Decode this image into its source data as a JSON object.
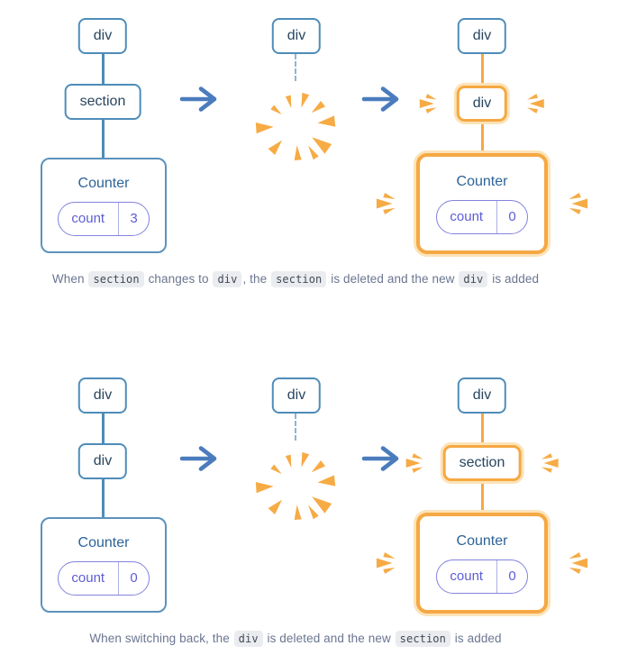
{
  "colors": {
    "tree_blue": "#4E8CB9",
    "node_text": "#27455E",
    "counter_title_blue": "#2D6397",
    "state_purple": "#5D5DD5",
    "highlight_orange": "#F5A843",
    "highlight_glow": "#FCE3B8",
    "arrow_blue": "#4A7CBD",
    "caption_text": "#6A7590",
    "code_bg": "#EBECEF",
    "code_text": "#404A59"
  },
  "figures": [
    {
      "before": {
        "root": "div",
        "mid": "section",
        "counter": {
          "title": "Counter",
          "key": "count",
          "value": "3"
        }
      },
      "poof": {
        "root": "div"
      },
      "after": {
        "root": "div",
        "mid": "div",
        "counter": {
          "title": "Counter",
          "key": "count",
          "value": "0"
        }
      },
      "caption": [
        {
          "t": "text",
          "v": "When "
        },
        {
          "t": "code",
          "v": "section"
        },
        {
          "t": "text",
          "v": " changes to "
        },
        {
          "t": "code",
          "v": "div"
        },
        {
          "t": "text",
          "v": ", the "
        },
        {
          "t": "code",
          "v": "section"
        },
        {
          "t": "text",
          "v": " is deleted and the new "
        },
        {
          "t": "code",
          "v": "div"
        },
        {
          "t": "text",
          "v": " is added"
        }
      ]
    },
    {
      "before": {
        "root": "div",
        "mid": "div",
        "counter": {
          "title": "Counter",
          "key": "count",
          "value": "0"
        }
      },
      "poof": {
        "root": "div"
      },
      "after": {
        "root": "div",
        "mid": "section",
        "counter": {
          "title": "Counter",
          "key": "count",
          "value": "0"
        }
      },
      "caption": [
        {
          "t": "text",
          "v": "When switching back, the "
        },
        {
          "t": "code",
          "v": "div"
        },
        {
          "t": "text",
          "v": " is deleted and the new "
        },
        {
          "t": "code",
          "v": "section"
        },
        {
          "t": "text",
          "v": " is added"
        }
      ]
    }
  ]
}
